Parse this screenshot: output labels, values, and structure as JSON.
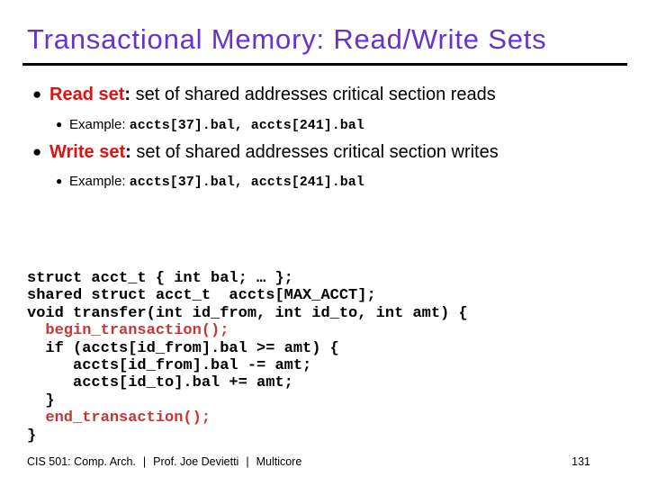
{
  "slide": {
    "title": "Transactional Memory: Read/Write Sets",
    "bullets": [
      {
        "bullet_glyph": "●",
        "term": "Read set",
        "separator": ":",
        "text": " set of shared addresses critical section reads",
        "example": {
          "bullet_glyph": "●",
          "label": "Example: ",
          "code": "accts[37].bal, accts[241].bal"
        }
      },
      {
        "bullet_glyph": "●",
        "term": "Write set",
        "separator": ":",
        "text": " set of shared addresses critical section writes",
        "example": {
          "bullet_glyph": "●",
          "label": "Example: ",
          "code": "accts[37].bal, accts[241].bal"
        }
      }
    ],
    "code_block": {
      "lines": [
        {
          "text": "struct acct_t { int bal; … };",
          "emphasis": false
        },
        {
          "text": "shared struct acct_t  accts[MAX_ACCT];",
          "emphasis": false
        },
        {
          "text": "void transfer(int id_from, int id_to, int amt) {",
          "emphasis": false
        },
        {
          "text": "  begin_transaction();",
          "emphasis": true
        },
        {
          "text": "  if (accts[id_from].bal >= amt) {",
          "emphasis": false
        },
        {
          "text": "     accts[id_from].bal -= amt;",
          "emphasis": false
        },
        {
          "text": "     accts[id_to].bal += amt;",
          "emphasis": false
        },
        {
          "text": "  }",
          "emphasis": false
        },
        {
          "text": "  end_transaction();",
          "emphasis": true
        },
        {
          "text": "}",
          "emphasis": false
        }
      ]
    },
    "footer": {
      "course": "CIS 501: Comp. Arch.",
      "separator1": "|",
      "professor": "Prof. Joe Devietti",
      "separator2": "|",
      "topic": "Multicore",
      "page_number": "131"
    },
    "colors": {
      "title": "#6633cc",
      "term_red": "#e01111",
      "code_red": "#c43737",
      "background": "#ffffff"
    }
  }
}
